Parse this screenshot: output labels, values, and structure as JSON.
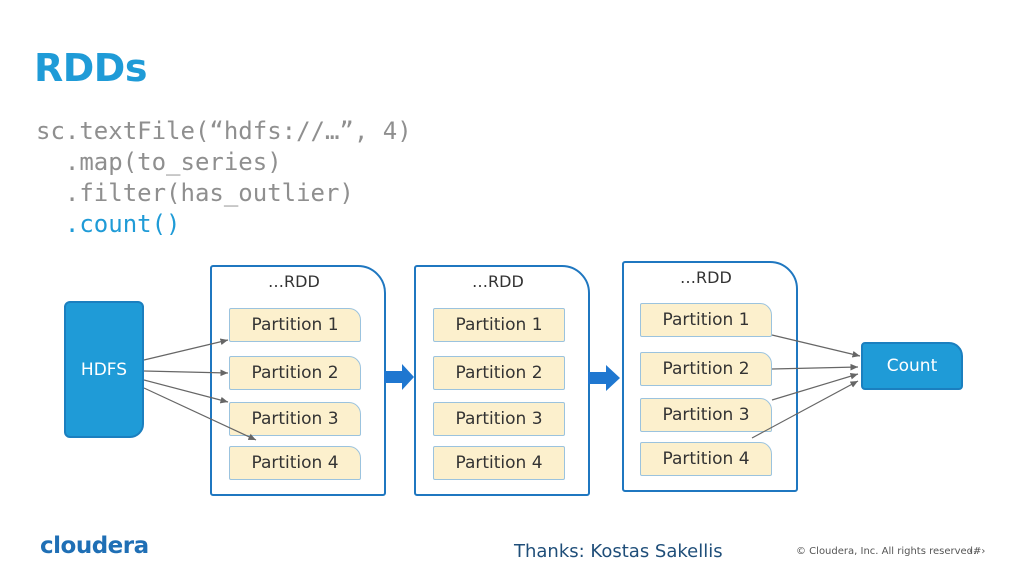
{
  "title": "RDDs",
  "code": {
    "line1": "sc.textFile(“hdfs://…”, 4)",
    "line2": "  .map(to_series)",
    "line3": "  .filter(has_outlier)",
    "line4": "  .count()"
  },
  "hdfs_label": "HDFS",
  "count_label": "Count",
  "rdds": [
    {
      "label": "…RDD",
      "partitions": [
        "Partition 1",
        "Partition 2",
        "Partition 3",
        "Partition 4"
      ]
    },
    {
      "label": "…RDD",
      "partitions": [
        "Partition 1",
        "Partition 2",
        "Partition 3",
        "Partition 4"
      ]
    },
    {
      "label": "…RDD",
      "partitions": [
        "Partition 1",
        "Partition 2",
        "Partition 3",
        "Partition 4"
      ]
    }
  ],
  "footer": {
    "logo": "cloudera",
    "thanks": "Thanks: Kostas Sakellis",
    "copyright": "© Cloudera, Inc. All rights reserved.",
    "slide_number": "‹#›"
  },
  "colors": {
    "accent": "#1f9bd7",
    "border": "#1f77c0",
    "partition_fill": "#fcf0cd",
    "partition_border": "#9bc3de"
  }
}
